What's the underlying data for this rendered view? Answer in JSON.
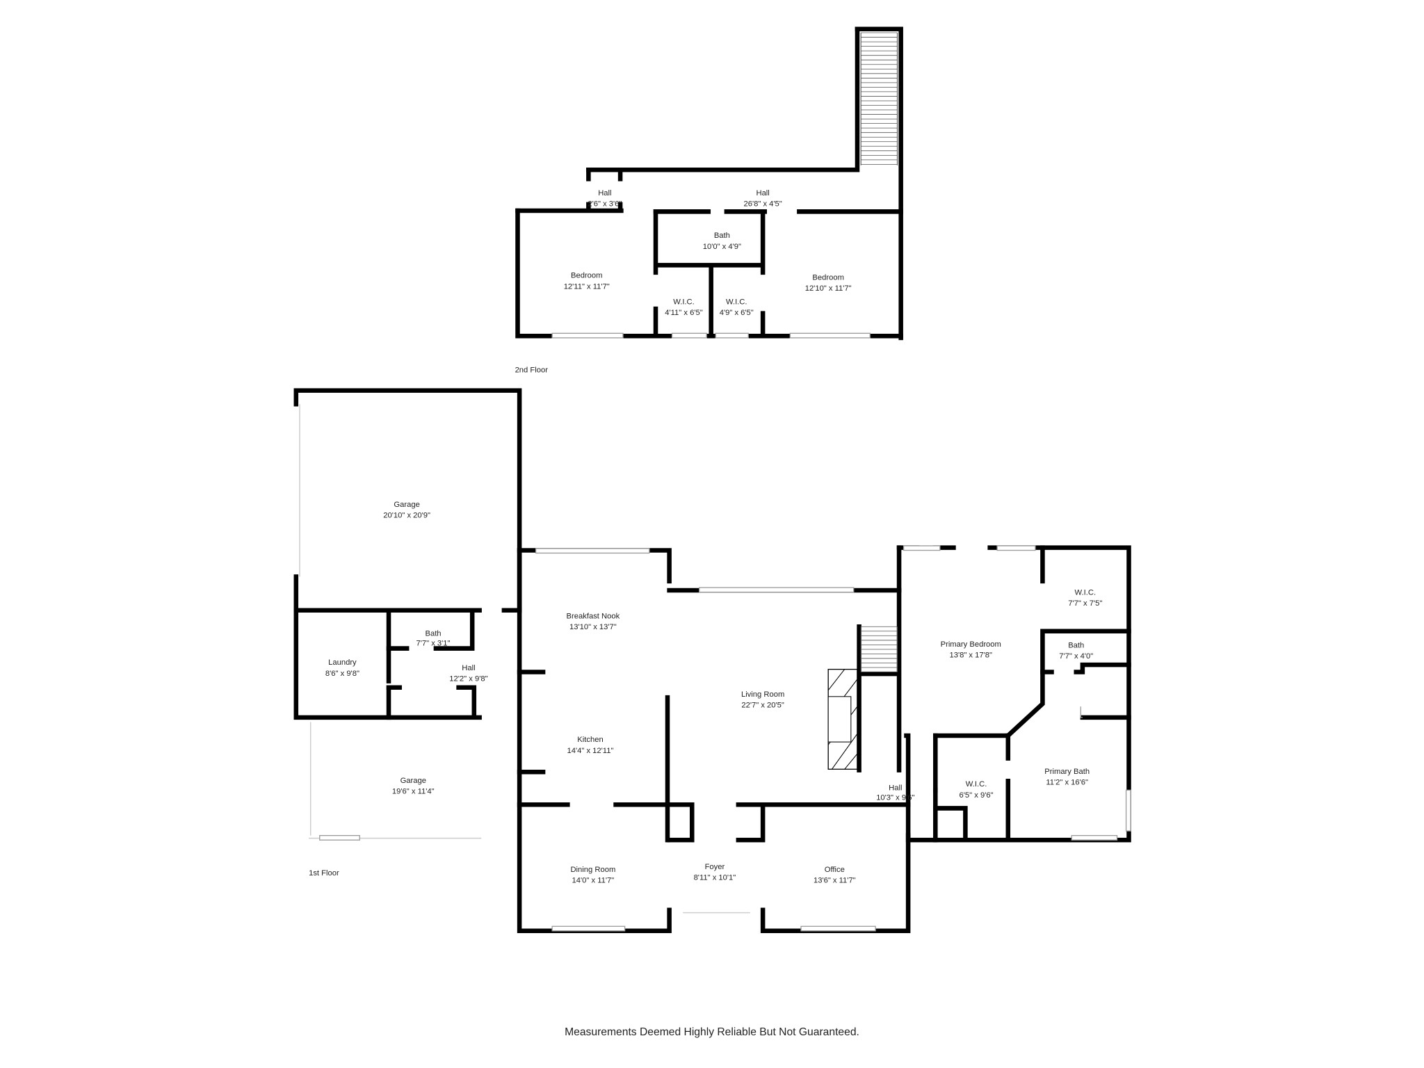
{
  "floors": {
    "second": {
      "label": "2nd Floor",
      "rooms": [
        {
          "name": "Hall",
          "dims": "2'6\" x 3'6\""
        },
        {
          "name": "Hall",
          "dims": "26'8\" x 4'5\""
        },
        {
          "name": "Bath",
          "dims": "10'0\" x 4'9\""
        },
        {
          "name": "Bedroom",
          "dims": "12'11\" x 11'7\""
        },
        {
          "name": "W.I.C.",
          "dims": "4'11\" x 6'5\""
        },
        {
          "name": "W.I.C.",
          "dims": "4'9\" x 6'5\""
        },
        {
          "name": "Bedroom",
          "dims": "12'10\" x 11'7\""
        }
      ]
    },
    "first": {
      "label": "1st Floor",
      "rooms": [
        {
          "name": "Garage",
          "dims": "20'10\" x 20'9\""
        },
        {
          "name": "Laundry",
          "dims": "8'6\" x 9'8\""
        },
        {
          "name": "Bath",
          "dims": "7'7\" x 3'1\""
        },
        {
          "name": "Hall",
          "dims": "12'2\" x 9'8\""
        },
        {
          "name": "Garage",
          "dims": "19'6\" x 11'4\""
        },
        {
          "name": "Breakfast Nook",
          "dims": "13'10\" x 13'7\""
        },
        {
          "name": "Kitchen",
          "dims": "14'4\" x 12'11\""
        },
        {
          "name": "Living Room",
          "dims": "22'7\" x 20'5\""
        },
        {
          "name": "Dining Room",
          "dims": "14'0\" x 11'7\""
        },
        {
          "name": "Foyer",
          "dims": "8'11\" x 10'1\""
        },
        {
          "name": "Office",
          "dims": "13'6\" x 11'7\""
        },
        {
          "name": "Hall",
          "dims": "10'3\" x 9'6\""
        },
        {
          "name": "Primary Bedroom",
          "dims": "13'8\" x 17'8\""
        },
        {
          "name": "W.I.C.",
          "dims": "7'7\" x 7'5\""
        },
        {
          "name": "Bath",
          "dims": "7'7\" x 4'0\""
        },
        {
          "name": "W.I.C.",
          "dims": "6'5\" x 9'6\""
        },
        {
          "name": "Primary Bath",
          "dims": "11'2\" x 16'6\""
        }
      ]
    }
  },
  "disclaimer": "Measurements Deemed Highly Reliable But Not Guaranteed.",
  "colors": {
    "wall": "#000000",
    "window": "#9a9a9a",
    "background": "#ffffff"
  }
}
